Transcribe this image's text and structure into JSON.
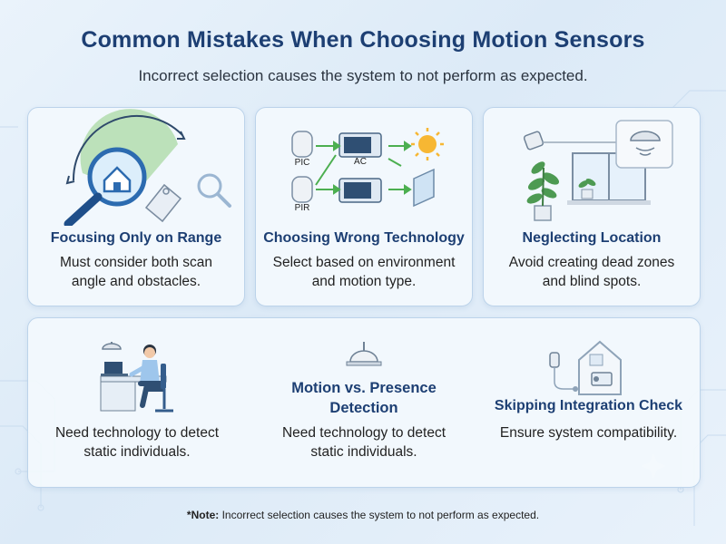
{
  "title": "Common Mistakes When Choosing Motion Sensors",
  "subtitle": "Incorrect selection causes the system to not perform as expected.",
  "cards": [
    {
      "heading": "Focusing Only on Range",
      "text": "Must consider both scan\nangle and obstacles.",
      "icon": "magnifier-house-icon"
    },
    {
      "heading": "Choosing Wrong Technology",
      "text": "Select based on environment\nand motion type.",
      "icon": "sensor-technology-icon",
      "labels": {
        "pic": "PIC",
        "ac": "AC",
        "pir": "PIR"
      }
    },
    {
      "heading": "Neglecting Location",
      "text": "Avoid creating dead zones\nand blind spots.",
      "icon": "window-sensor-icon"
    },
    {
      "heading": "",
      "text": "Need technology to detect\nstatic individuals.",
      "icon": "person-at-desk-icon"
    },
    {
      "heading": "Motion vs. Presence\nDetection",
      "text": "Need technology to detect\nstatic individuals.",
      "icon": "ceiling-sensor-icon"
    },
    {
      "heading": "Skipping Integration Check",
      "text": "Ensure system compatibility.",
      "icon": "smart-home-icon"
    }
  ],
  "note": {
    "label": "*Note:",
    "text": " Incorrect selection causes the system to not perform as expected."
  },
  "colors": {
    "heading": "#1d3f73",
    "accent_green": "#4caf50",
    "accent_blue": "#2f6fb5",
    "card_border": "#bcd3ea"
  }
}
